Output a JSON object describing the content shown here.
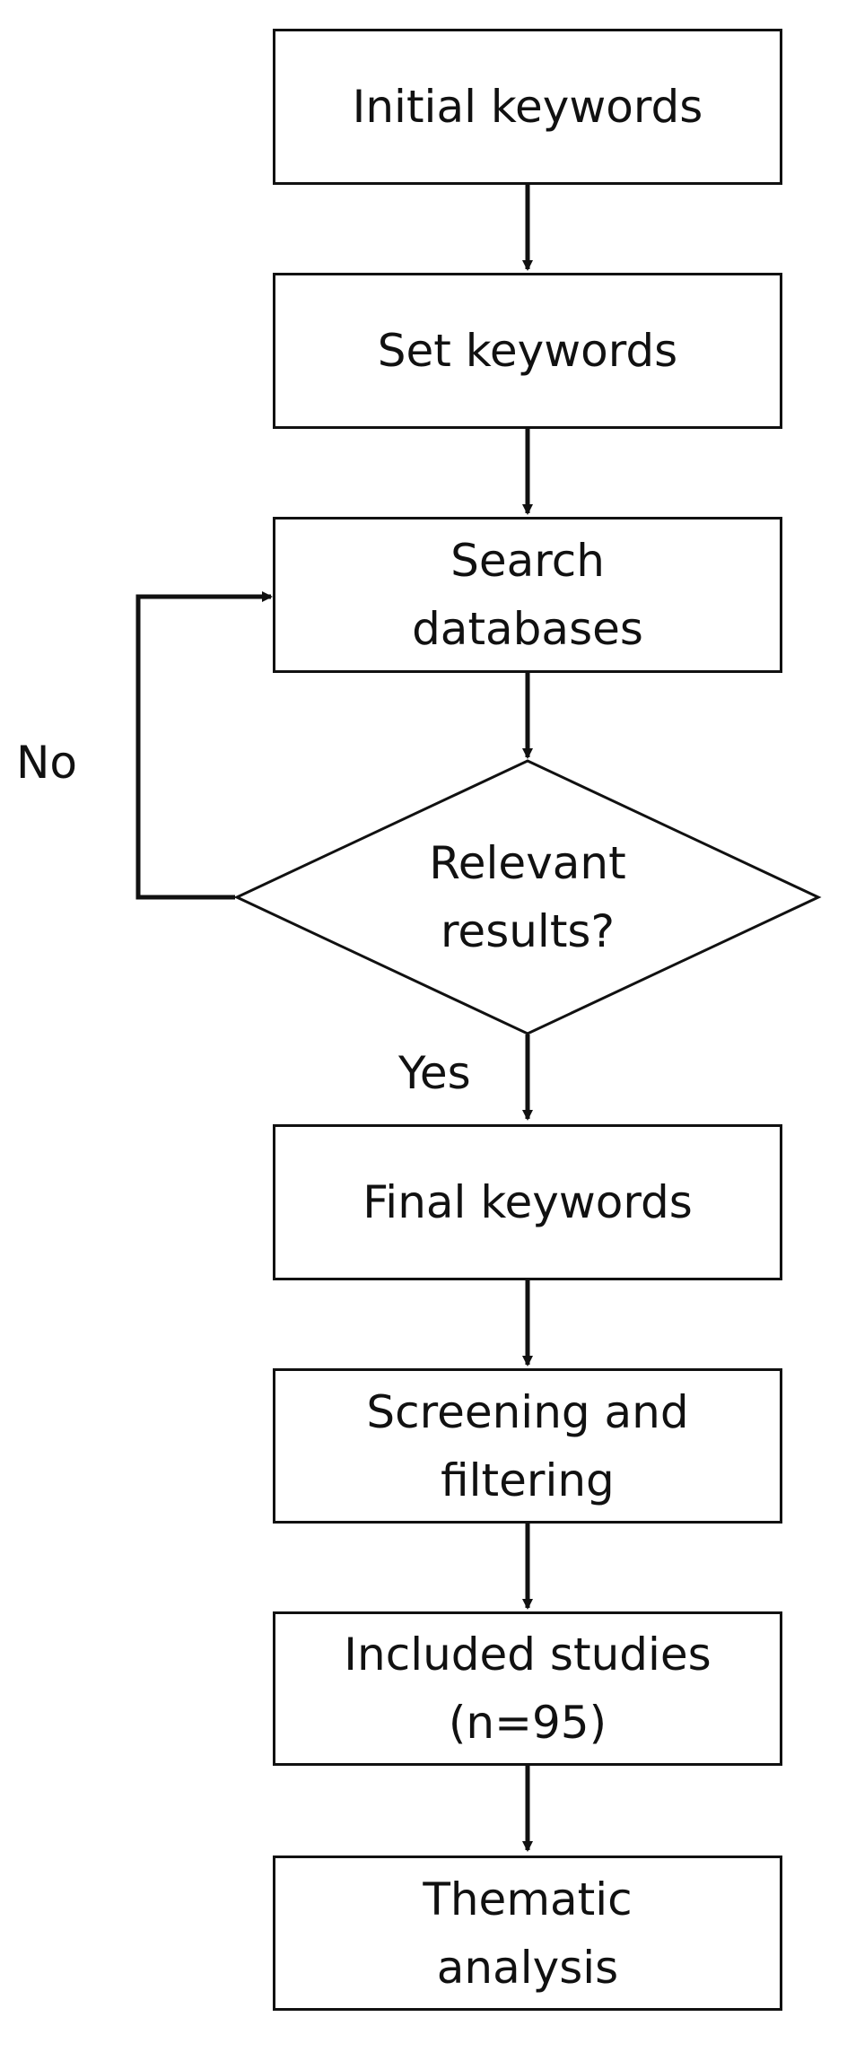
{
  "flowchart": {
    "steps": {
      "initial_keywords": "Initial keywords",
      "set_keywords": "Set keywords",
      "search_line1": "Search",
      "search_line2": "databases",
      "decision_line1": "Relevant",
      "decision_line2": "results?",
      "final_keywords": "Final keywords",
      "screening_line1": "Screening and",
      "screening_line2": "filtering",
      "included_line1": "Included studies",
      "included_line2": "(n=95)",
      "thematic_line1": "Thematic",
      "thematic_line2": "analysis"
    },
    "edges": {
      "no_label": "No",
      "yes_label": "Yes"
    },
    "colors": {
      "stroke": "#111111",
      "fill": "#ffffff"
    }
  }
}
